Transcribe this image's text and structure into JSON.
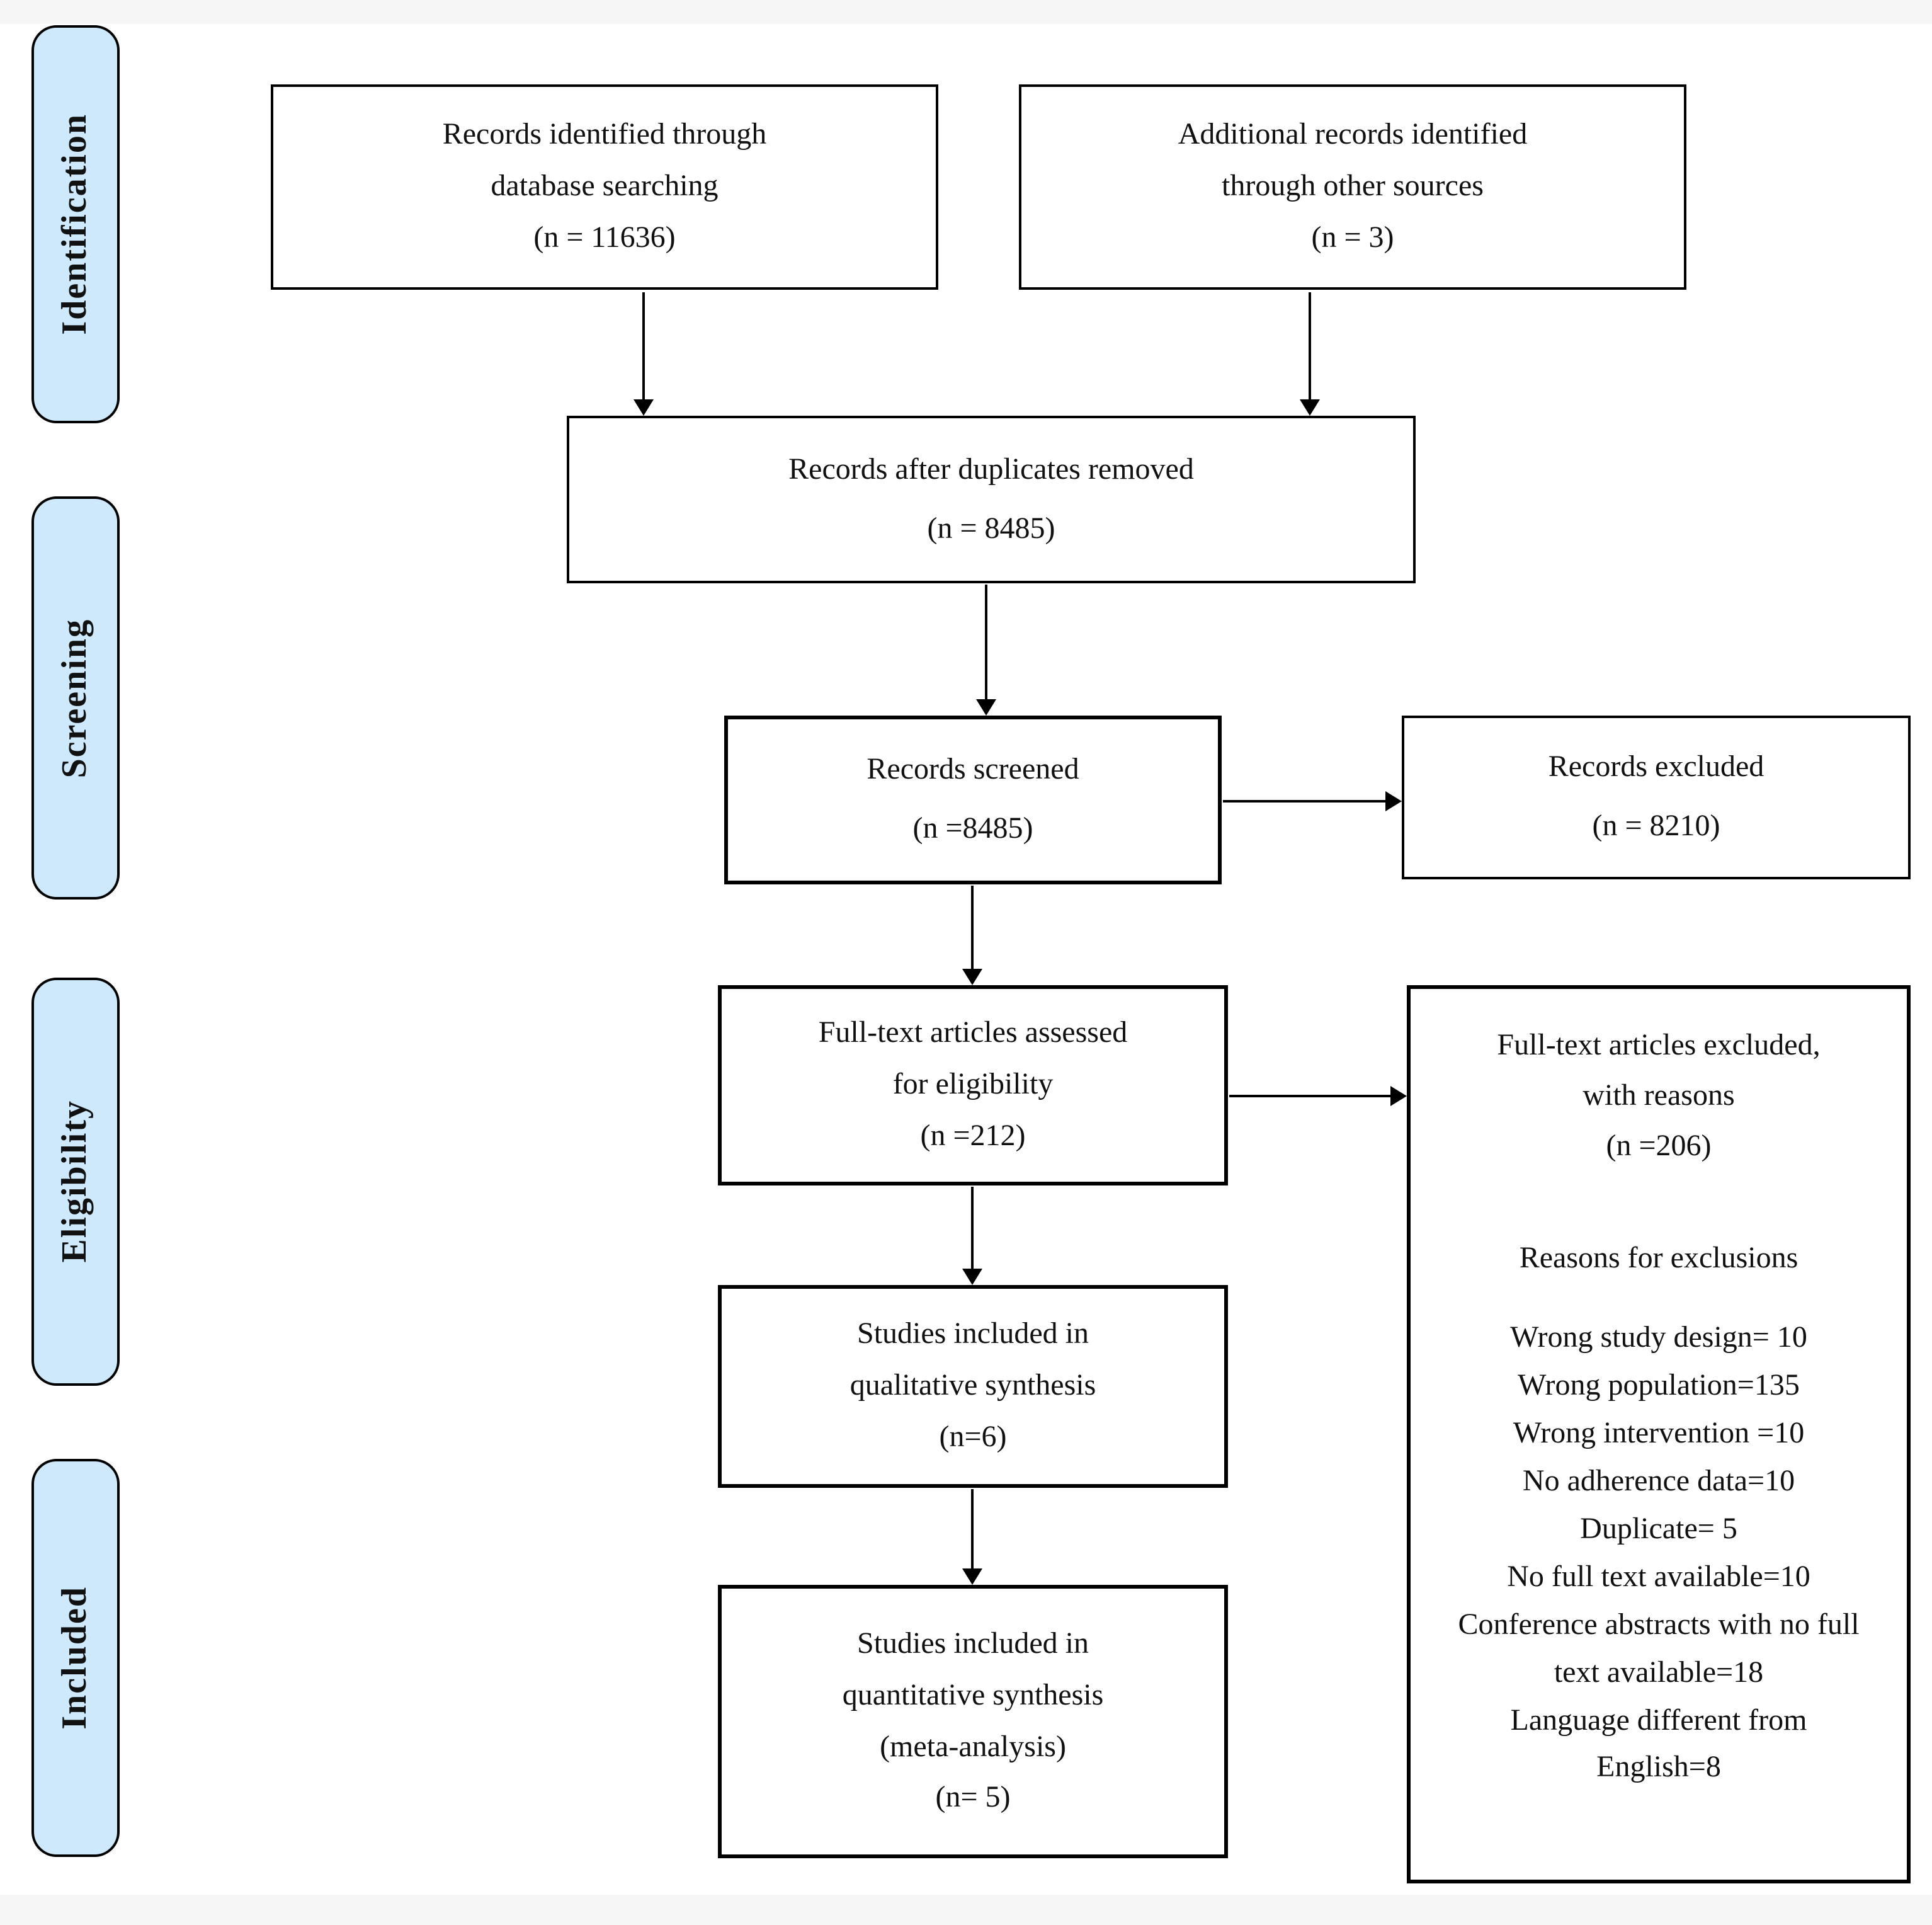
{
  "figure": {
    "colors": {
      "stage_fill": "#cfe9fc",
      "line": "#000000",
      "margin_strip": "#f6f6f6",
      "paper": "#ffffff"
    },
    "stages": [
      {
        "label": "Identification"
      },
      {
        "label": "Screening"
      },
      {
        "label": "Eligibility"
      },
      {
        "label": "Included"
      }
    ],
    "boxes": {
      "identified": {
        "lines": [
          "Records identified through",
          "database searching",
          "(n = 11636)"
        ]
      },
      "additional": {
        "lines": [
          "Additional records identified",
          "through other sources",
          "(n = 3)"
        ]
      },
      "deduplicated": {
        "lines": [
          "Records after duplicates removed",
          "(n = 8485)"
        ]
      },
      "screened": {
        "lines": [
          "Records screened",
          "(n =8485)"
        ]
      },
      "excluded": {
        "lines": [
          "Records excluded",
          "(n = 8210)"
        ]
      },
      "fulltext_assessed": {
        "lines": [
          "Full-text articles assessed",
          "for eligibility",
          "(n =212)"
        ]
      },
      "fulltext_excluded": {
        "lines": [
          "Full-text articles excluded,",
          "with reasons",
          "(n =206)"
        ],
        "reasons_title": "Reasons for exclusions",
        "reasons": [
          "Wrong study design= 10",
          "Wrong population=135",
          "Wrong intervention =10",
          "No adherence data=10",
          "Duplicate= 5",
          "No full text available=10",
          "Conference abstracts with no full text available=18",
          "Language different from English=8"
        ]
      },
      "qualitative": {
        "lines": [
          "Studies included in",
          "qualitative synthesis",
          "(n=6)"
        ]
      },
      "quantitative": {
        "lines": [
          "Studies included in",
          "quantitative synthesis",
          "(meta-analysis)",
          "(n= 5)"
        ]
      }
    }
  }
}
